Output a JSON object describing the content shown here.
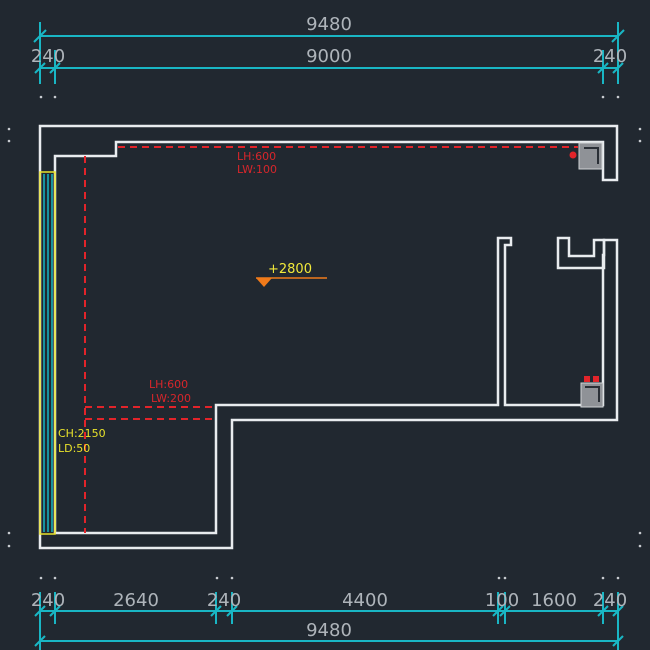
{
  "dimensions": {
    "top_total": "9480",
    "top_left": "240",
    "top_middle": "9000",
    "top_right": "240",
    "bottom_total": "9480",
    "bottom_segments": [
      "240",
      "2640",
      "240",
      "4400",
      "100",
      "1600",
      "240"
    ]
  },
  "annotations": {
    "beam_top_lh": "LH:600",
    "beam_top_lw": "LW:100",
    "beam_mid_lh": "LH:600",
    "beam_mid_lw": "LW:200",
    "curtain_ch": "CH:2150",
    "curtain_ld": "LD:50",
    "ceiling_elevation": "+2800"
  },
  "colors": {
    "background": "#212830",
    "dimension_line": "#19b6c4",
    "wall": "#e9ecef",
    "beam": "#e2242a",
    "curtain": "#e8e22a",
    "elevation_marker": "#f07a1a"
  }
}
